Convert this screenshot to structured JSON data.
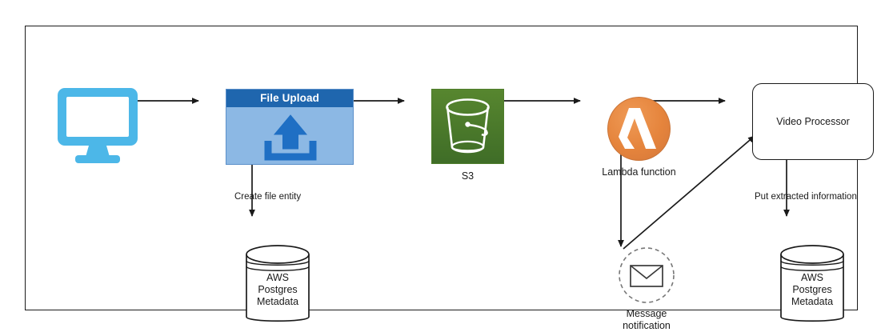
{
  "diagram": {
    "title": "AWS video processing architecture flow",
    "nodes": {
      "client": {
        "name": "client-monitor",
        "icon": "monitor-icon",
        "label": ""
      },
      "file_upload": {
        "header": "File Upload",
        "icon": "upload-arrow-icon"
      },
      "s3": {
        "label": "S3",
        "icon": "s3-bucket-icon"
      },
      "lambda": {
        "label": "Lambda function",
        "icon": "lambda-icon",
        "glyph": "λ"
      },
      "video_processor": {
        "label": "Video Processor"
      },
      "db_left": {
        "line1": "AWS",
        "line2": "Postgres",
        "line3": "Metadata",
        "icon": "database-cylinder-icon"
      },
      "db_right": {
        "line1": "AWS",
        "line2": "Postgres",
        "line3": "Metadata",
        "icon": "database-cylinder-icon"
      },
      "message_notification": {
        "line1": "Message",
        "line2": "notification",
        "icon": "envelope-icon"
      }
    },
    "edges": [
      {
        "id": "client-to-upload",
        "from": "client",
        "to": "file_upload",
        "label": ""
      },
      {
        "id": "upload-to-s3",
        "from": "file_upload",
        "to": "s3",
        "label": ""
      },
      {
        "id": "s3-to-lambda",
        "from": "s3",
        "to": "lambda",
        "label": ""
      },
      {
        "id": "lambda-to-video-processor",
        "from": "lambda",
        "to": "video_processor",
        "label": ""
      },
      {
        "id": "upload-to-db-left",
        "from": "file_upload",
        "to": "db_left",
        "label": "Create file entity"
      },
      {
        "id": "lambda-to-message",
        "from": "lambda",
        "to": "message_notification",
        "label": ""
      },
      {
        "id": "message-to-video-processor",
        "from": "message_notification",
        "to": "video_processor",
        "label": ""
      },
      {
        "id": "video-processor-to-db-right",
        "from": "video_processor",
        "to": "db_right",
        "label": "Put extracted information"
      }
    ],
    "labels": {
      "create_file_entity": "Create file entity",
      "put_extracted_information": "Put extracted information"
    },
    "colors": {
      "frame_border": "#1a1a1a",
      "monitor": "#4cb7e8",
      "file_upload_header": "#1f66ae",
      "file_upload_body": "#8cb8e4",
      "s3_green": "#4f7d2b",
      "lambda_orange": "#e5843c",
      "arrow": "#1a1a1a",
      "background": "#ffffff"
    }
  }
}
